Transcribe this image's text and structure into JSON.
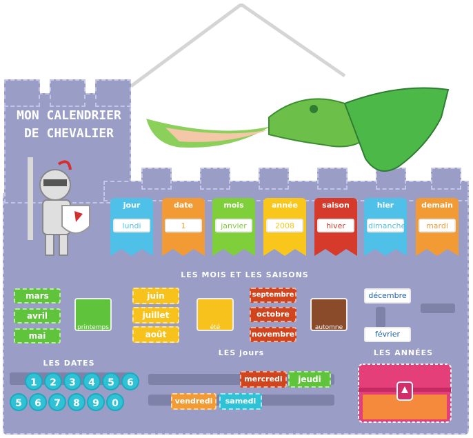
{
  "title": {
    "line1": "MON CALENDRIER",
    "line2": "DE CHEVALIER"
  },
  "headings": {
    "months_seasons": "LES MOIS ET LES SAISONS",
    "dates": "LES DATES",
    "days": "LES jours",
    "years": "LES ANNÉES"
  },
  "banners": [
    {
      "label": "jour",
      "card": "lundi",
      "color": "#4fc0e8"
    },
    {
      "label": "date",
      "card": "1",
      "color": "#f29a34"
    },
    {
      "label": "mois",
      "card": "janvier",
      "color": "#7fcf3b"
    },
    {
      "label": "année",
      "card": "2008",
      "color": "#f9c61c"
    },
    {
      "label": "saison",
      "card": "hiver",
      "color": "#d63a2b"
    },
    {
      "label": "hier",
      "card": "dimanche",
      "color": "#4fc0e8"
    },
    {
      "label": "demain",
      "card": "mardi",
      "color": "#f29a34"
    }
  ],
  "months": {
    "spring": [
      "mars",
      "avril",
      "mai"
    ],
    "summer": [
      "juin",
      "juillet",
      "août"
    ],
    "autumn": [
      "septembre",
      "octobre",
      "novembre"
    ],
    "winter": [
      "décembre",
      "février"
    ]
  },
  "seasons": {
    "spring": "printemps",
    "summer": "été",
    "autumn": "automne"
  },
  "dates_row1": [
    "1",
    "2",
    "3",
    "4",
    "5",
    "6"
  ],
  "dates_row2": [
    "5",
    "6",
    "7",
    "8",
    "9",
    "0"
  ],
  "days": {
    "mercredi": "mercredi",
    "jeudi": "jeudi",
    "vendredi": "vendredi",
    "samedi": "samedi"
  },
  "colors": {
    "felt": "#9a9dc6",
    "dragon": "#4cb848",
    "chest": "#e53f7a"
  }
}
